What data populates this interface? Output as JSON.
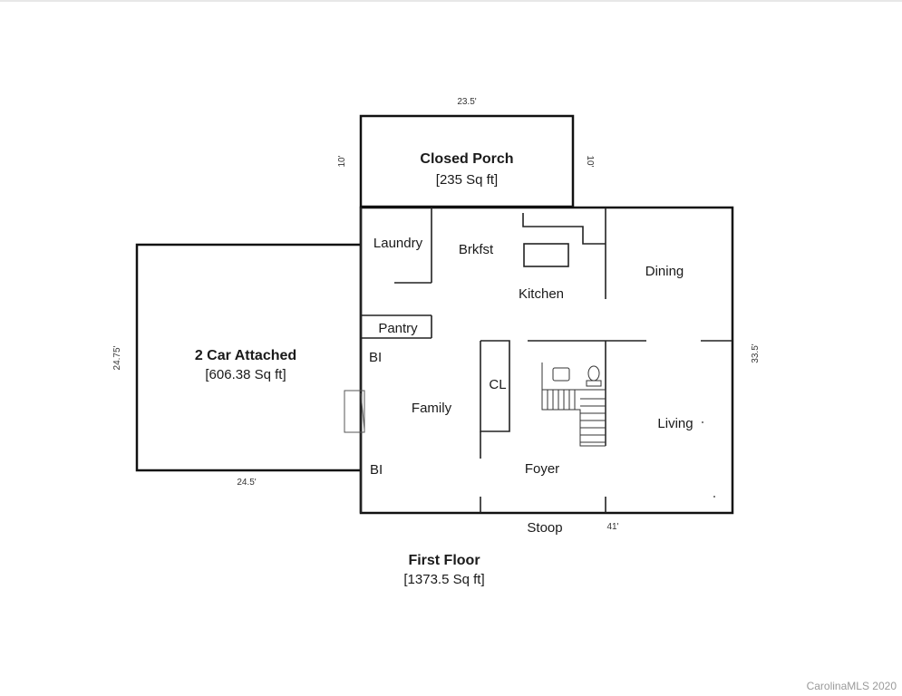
{
  "rooms": {
    "closed_porch": {
      "name": "Closed Porch",
      "area": "[235 Sq ft]"
    },
    "garage": {
      "name": "2 Car Attached",
      "area": "[606.38 Sq ft]"
    },
    "laundry": "Laundry",
    "breakfast": "Brkfst",
    "kitchen": "Kitchen",
    "dining": "Dining",
    "pantry": "Pantry",
    "bi_top": "BI",
    "bi_bottom": "BI",
    "closet": "CL",
    "family": "Family",
    "living": "Living",
    "foyer": "Foyer",
    "stoop": "Stoop"
  },
  "dimensions": {
    "porch_width": "23.5'",
    "porch_depth_left": "10'",
    "porch_depth_right": "10'",
    "garage_depth": "24.75'",
    "garage_width": "24.5'",
    "house_depth": "33.5'",
    "house_width": "41'"
  },
  "floor": {
    "name": "First Floor",
    "area": "[1373.5 Sq ft]"
  },
  "watermark": "CarolinaMLS 2020"
}
